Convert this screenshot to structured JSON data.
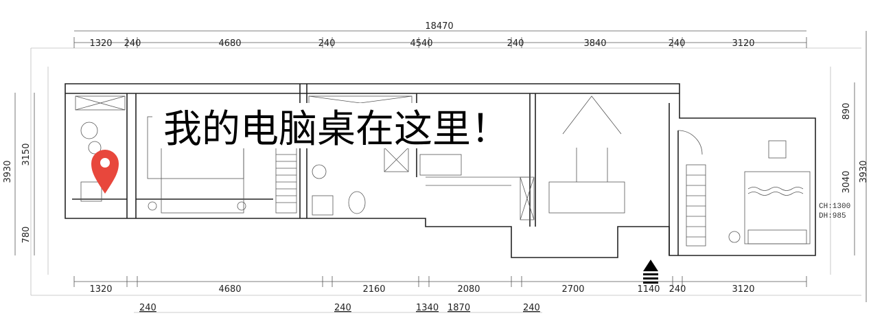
{
  "dimensions": {
    "overall_top": "18470",
    "top": [
      "1320",
      "240",
      "4680",
      "240",
      "4540",
      "240",
      "3840",
      "240",
      "3120"
    ],
    "bottom": [
      "1320",
      "4680",
      "2160",
      "2080",
      "2700",
      "1140",
      "240",
      "3120"
    ],
    "bottom_secondary": [
      "240",
      "240",
      "1340",
      "1870",
      "240"
    ],
    "left": [
      "3930",
      "3150",
      "780"
    ],
    "right": [
      "890",
      "3040",
      "3930"
    ]
  },
  "notes": {
    "ch": "CH:1300",
    "dh": "DH:985"
  },
  "annotation": {
    "text": "我的电脑桌在这里！",
    "marker_color": "#e8473c"
  },
  "icons": {
    "marker": "map-pin-icon",
    "entrance": "entrance-arrow-icon"
  }
}
